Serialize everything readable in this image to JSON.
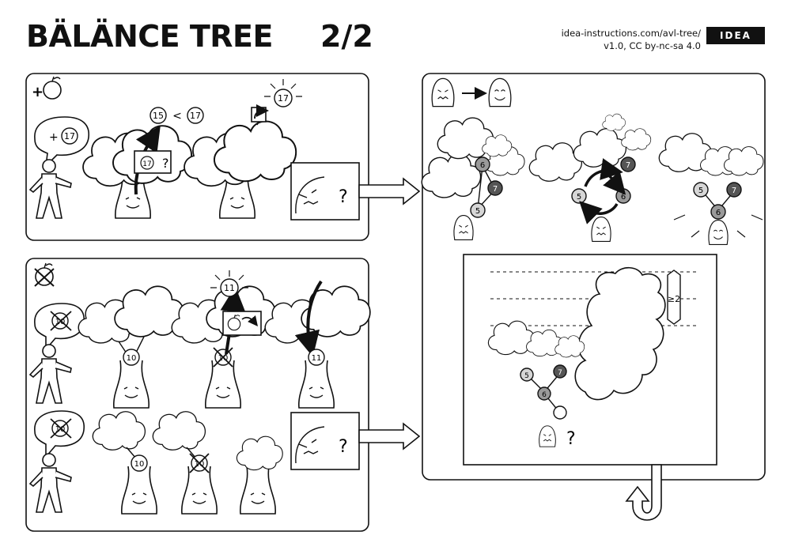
{
  "header": {
    "title": "BÄLÄNCE TREE",
    "page": "2/2",
    "url": "idea-instructions.com/avl-tree/",
    "license": "v1.0, CC by-nc-sa 4.0",
    "logo": "IDEA"
  },
  "insert_panel": {
    "plus": "+",
    "bubble_plus": "+",
    "bubble_value": "17",
    "compare_left": "15",
    "compare_op": "<",
    "compare_right": "17",
    "sign_value": "17",
    "sign_question": "?",
    "placed_value": "17",
    "result_question": "?"
  },
  "delete_panel": {
    "bubble_value_row1": "10",
    "node_a": "10",
    "node_b": "10",
    "lifted_value": "11",
    "node_c": "11",
    "bubble_value_row2": "10",
    "node_d": "10",
    "node_e": "10",
    "result_question": "?"
  },
  "rebalance_panel": {
    "left_tree": [
      "6",
      "7",
      "5"
    ],
    "middle_tree": [
      "7",
      "5",
      "6"
    ],
    "right_tree": [
      "5",
      "7",
      "6"
    ]
  },
  "height_panel": {
    "label": "≥2",
    "nodes": [
      "5",
      "7",
      "6"
    ],
    "question": "?"
  }
}
